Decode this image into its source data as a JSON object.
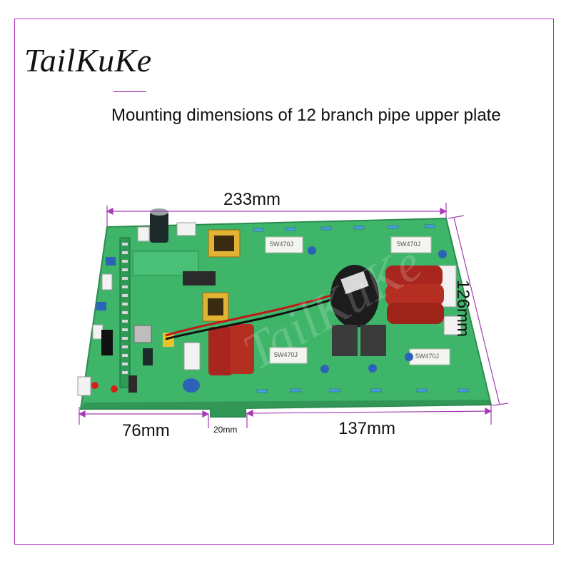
{
  "brand": {
    "name": "TailKuKe",
    "watermark": "TailKuKe"
  },
  "caption": "Mounting dimensions of 12 branch pipe upper plate",
  "dimensions": {
    "width_top": "233mm",
    "height_right": "126mm",
    "bottom_left": "76mm",
    "bottom_gap": "20mm",
    "bottom_right": "137mm"
  },
  "resistor_labels": [
    "5W470J",
    "5W470J",
    "5W470J",
    "5W470J"
  ],
  "colors": {
    "frame": "#b02fc0",
    "dimension_line": "#a53db3",
    "pcb_green": "#3fb56a",
    "capacitor_red": "#a8261e"
  }
}
